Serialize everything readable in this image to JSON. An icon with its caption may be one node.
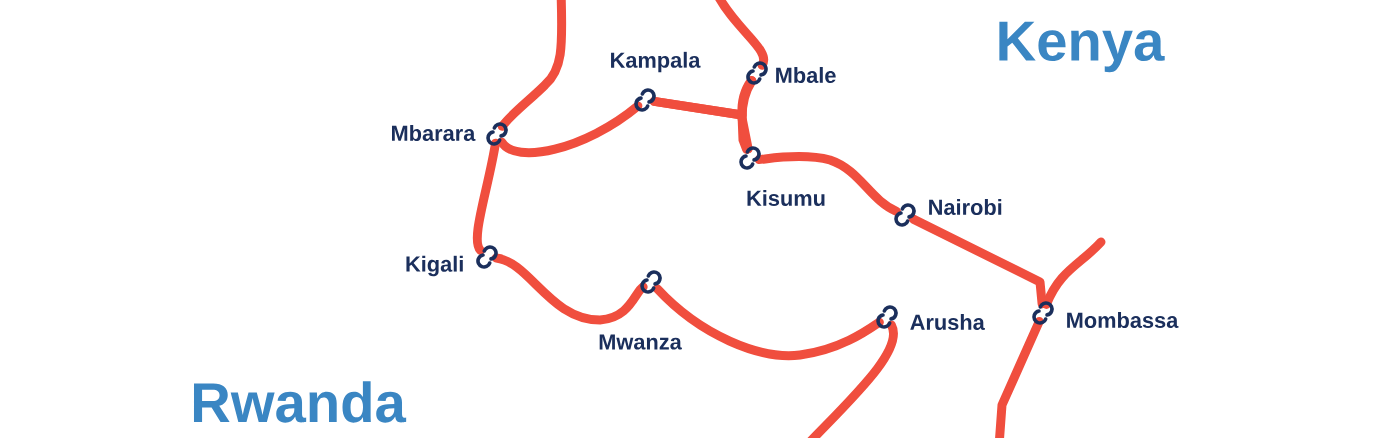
{
  "diagram": {
    "nodes": [
      {
        "text": [
          "Kampala"
        ]
      },
      {
        "text": [
          "Mbale"
        ]
      },
      {
        "text": [
          "Mbarara"
        ]
      },
      {
        "text": [
          "Kisumu"
        ]
      },
      {
        "text": [
          "Nairobi"
        ]
      },
      {
        "text": [
          "Kigali"
        ]
      },
      {
        "text": [
          "Mwanza"
        ]
      },
      {
        "text": [
          "Arusha"
        ]
      },
      {
        "text": [
          "Mombassa"
        ]
      }
    ],
    "edges": [
      {
        "from": 2,
        "to": 0,
        "arrow": "none"
      },
      {
        "from": 0,
        "to": 1,
        "arrow": "none"
      },
      {
        "from": 0,
        "to": 3,
        "arrow": "none"
      },
      {
        "from": 1,
        "to": 3,
        "arrow": "none"
      },
      {
        "from": 2,
        "to": 5,
        "arrow": "none"
      },
      {
        "from": 5,
        "to": 6,
        "arrow": "none"
      },
      {
        "from": 6,
        "to": 7,
        "arrow": "none"
      },
      {
        "from": 3,
        "to": 4,
        "arrow": "none"
      },
      {
        "from": 4,
        "to": 8,
        "arrow": "none"
      },
      {
        "from": null,
        "to": 2,
        "arrow": "none"
      },
      {
        "from": null,
        "to": 1,
        "arrow": "none"
      },
      {
        "from": null,
        "to": 8,
        "arrow": "none"
      },
      {
        "from": null,
        "to": 7,
        "arrow": "none"
      },
      {
        "from": null,
        "to": 8,
        "arrow": "none"
      }
    ],
    "labels": [
      "Kenya",
      "Rwanda"
    ]
  }
}
